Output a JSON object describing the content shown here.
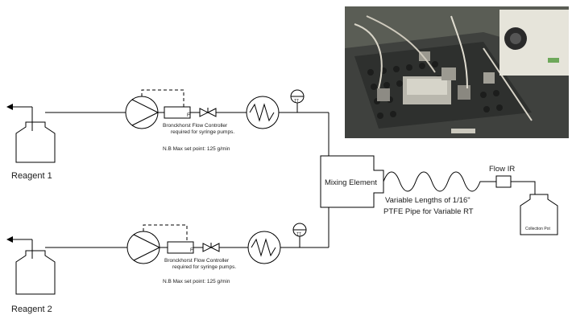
{
  "labels": {
    "reagent1": "Reagent 1",
    "reagent2": "Reagent 2",
    "controller_line1": "Bronckhorst Flow Controller",
    "controller_line2": "required for syringe pumps.",
    "max_set_point": "N.B Max set point: 125 g/min",
    "flow_controller_tag": "F",
    "temperature_tag": "TT",
    "mixing_element": "Mixing Element",
    "pipe_line1": "Variable Lengths of 1/16\"",
    "pipe_line2": "PTFE Pipe for Variable RT",
    "flow_ir": "Flow IR",
    "collection_pot": "Collection Pot"
  },
  "photo": {
    "description_icon": "reactor-photo",
    "colors": {
      "background": "#5c5f57",
      "table": "#4a4c4a",
      "device": "#e8e6dc"
    }
  }
}
